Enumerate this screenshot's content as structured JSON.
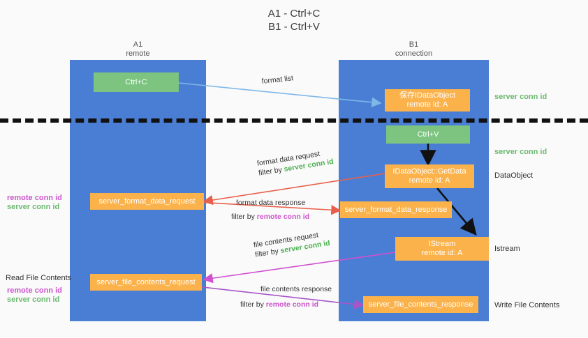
{
  "title": "A1 - Ctrl+C\nB1 - Ctrl+V",
  "colors": {
    "band": "#4a7ed4",
    "green_node": "#7cc47f",
    "orange_node": "#fbb24a",
    "server_conn_id": "#6aba6e",
    "remote_conn_id": "#cc55cc",
    "background": "#fafafa"
  },
  "columns": [
    {
      "name": "A1",
      "sub": "remote",
      "header": "A1\nremote"
    },
    {
      "name": "B1",
      "sub": "connection",
      "header": "B1\nconnection"
    }
  ],
  "nodes": {
    "ctrl_c": "Ctrl+C",
    "ctrl_v": "Ctrl+V",
    "idataobject": "保存IDataObject\nremote id: A",
    "getdata": "IDataObject::GetData\nremote id: A",
    "istream": "IStream\nremote id: A",
    "server_format_data_request": "server_format_data_request",
    "server_format_data_response": "server_format_data_response",
    "server_file_contents_request": "server_file_contents_request",
    "server_file_contents_response": "server_file_contents_response"
  },
  "side_labels": {
    "server_conn_id_top": "server conn id",
    "server_conn_id_mid": "server conn id",
    "data_object": "DataObject",
    "istream": "Istream",
    "write_file_contents": "Write File Contents",
    "read_file_contents": "Read File Contents",
    "conn_pair_mid_remote": "remote conn id",
    "conn_pair_mid_server": "server conn id",
    "conn_pair_bottom_remote": "remote conn id",
    "conn_pair_bottom_server": "server conn id"
  },
  "edge_labels": {
    "format_list": "format list",
    "format_data_request": "format data request",
    "format_data_request_filter_prefix": "filter by ",
    "format_data_request_filter_value": "server conn id",
    "format_data_response": "format data response",
    "format_data_response_filter_prefix": "filter by ",
    "format_data_response_filter_value": "remote conn id",
    "file_contents_request": "file contents request",
    "file_contents_request_filter_prefix": "filter by ",
    "file_contents_request_filter_value": "server conn id",
    "file_contents_response": "file contents response",
    "file_contents_response_filter_prefix": "filter by ",
    "file_contents_response_filter_value": "remote conn id"
  }
}
